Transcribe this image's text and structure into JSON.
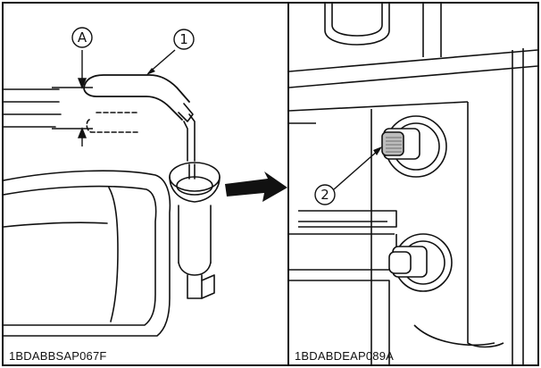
{
  "left_panel": {
    "caption": "1BDABBSAP067F",
    "callout_a": "A",
    "callout_1": "1"
  },
  "right_panel": {
    "caption": "1BDABDEAP089A",
    "callout_2": "2"
  }
}
